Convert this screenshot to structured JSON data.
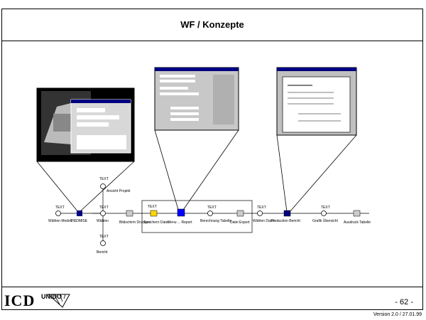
{
  "slide": {
    "title": "WF / Konzepte",
    "page_number": "- 62 -",
    "version": "Version 2.0 / 27.01.99",
    "logo_left": "ICD",
    "logo_right": "UNIDO"
  },
  "workflow": {
    "nodes": [
      {
        "top": "TEXT",
        "label": "Wählen Modell, ..."
      },
      {
        "top": "",
        "label": "PROMISE"
      },
      {
        "top": "TEXT",
        "label": "Ansicht Projekt"
      },
      {
        "top": "TEXT",
        "label": "Wählen"
      },
      {
        "top": "",
        "label": "Bildschirm Drucken"
      },
      {
        "top": "TEXT",
        "label": "Bericht"
      },
      {
        "top": "TEXT",
        "label": "Speichern Datei"
      },
      {
        "top": "",
        "label": "Menu ... Report"
      },
      {
        "top": "TEXT",
        "label": "Berechnung Tabelle"
      },
      {
        "top": "",
        "label": "Datei Export"
      },
      {
        "top": "TEXT",
        "label": "Wählen Daten"
      },
      {
        "top": "",
        "label": "Production Bericht"
      },
      {
        "top": "TEXT",
        "label": "Grafik Übersicht"
      },
      {
        "top": "",
        "label": "Ausdruck Tabelle"
      }
    ]
  }
}
